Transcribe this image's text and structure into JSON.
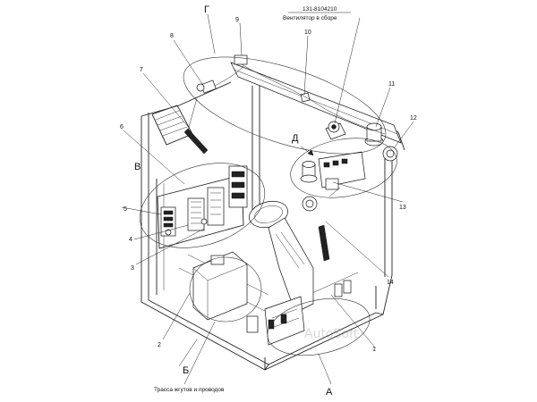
{
  "drawing": {
    "part_number": "131-8104210",
    "part_caption": "Вентилятор в сборе",
    "harness_caption": "Трасса жгутов и проводов",
    "watermark": "AutoSoft",
    "views": {
      "g": "Г",
      "v": "В",
      "d": "Д",
      "b": "Б",
      "a": "А"
    },
    "callouts": {
      "n1": "1",
      "n2": "2",
      "n3": "3",
      "n4": "4",
      "n5": "5",
      "n6": "6",
      "n7": "7",
      "n8": "8",
      "n9": "9",
      "n10": "10",
      "n11": "11",
      "n12": "12",
      "n13": "13",
      "n14": "14"
    }
  }
}
